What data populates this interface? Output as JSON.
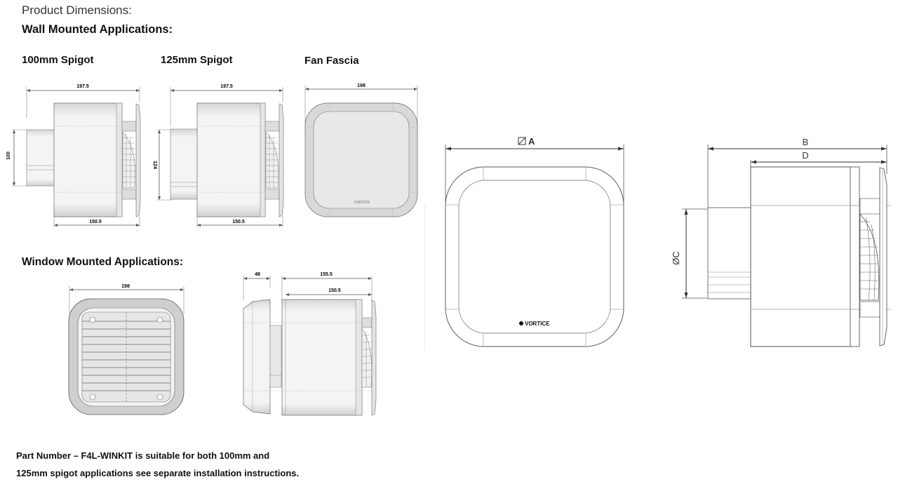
{
  "page": {
    "title": "Product Dimensions:",
    "wall_heading": "Wall Mounted Applications:",
    "window_heading": "Window Mounted Applications:"
  },
  "wall": {
    "spigot100": {
      "label": "100mm Spigot",
      "dim_overall": "197.5",
      "dim_body": "150.5",
      "dim_spigot": "100"
    },
    "spigot125": {
      "label": "125mm Spigot",
      "dim_overall": "197.5",
      "dim_body": "150.5",
      "dim_spigot": "124"
    },
    "fascia": {
      "label": "Fan Fascia",
      "dim_width": "198",
      "logo": "VORTICE"
    }
  },
  "window": {
    "front": {
      "dim_width": "198"
    },
    "side": {
      "dim_cover": "48",
      "dim_overall": "155.5",
      "dim_body": "150.5"
    }
  },
  "schematic": {
    "front": {
      "dim_label": "A",
      "dim_symbol": "square",
      "logo": "VORTICE"
    },
    "side": {
      "dim_b": "B",
      "dim_d": "D",
      "dim_c": "ØC"
    }
  },
  "notes": {
    "line1": "Part Number – F4L-WINKIT is suitable for both 100mm and",
    "line2": "125mm spigot applications see separate installation instructions."
  },
  "colors": {
    "line": "#555555",
    "shade": "#d9d9d9",
    "fill": "#eeeeee",
    "text": "#111111"
  }
}
